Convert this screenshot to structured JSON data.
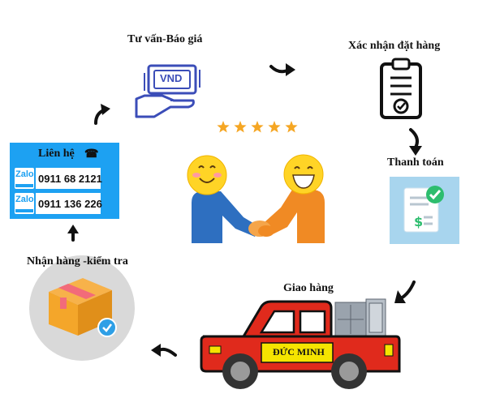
{
  "steps": {
    "quote": {
      "label": "Tư vấn-Báo giá",
      "badge": "VND"
    },
    "confirm": {
      "label": "Xác nhận đặt hàng"
    },
    "payment": {
      "label": "Thanh toán"
    },
    "delivery": {
      "label": "Giao hàng",
      "truck_text": "ĐỨC MINH"
    },
    "receive": {
      "label": "Nhận hàng -kiểm tra"
    },
    "contact": {
      "label": "Liên hệ",
      "zalo_tag": "Zalo",
      "phones": [
        "0911 68 2121",
        "0911 136 226"
      ]
    }
  },
  "rating": {
    "stars": 5,
    "max": 5
  },
  "colors": {
    "zalo_panel": "#1da1f2",
    "icon_blue": "#3b4db8",
    "star": "#f5a623",
    "truck_red": "#e02a1c",
    "truck_yellow": "#f5e400",
    "box": "#f4a62a",
    "circle_gray": "#d9d9d9",
    "payment_bg": "#a8d5ee",
    "check_green": "#2dbd6e",
    "handshake_blue": "#2e6fc0",
    "handshake_orange": "#f08a24"
  }
}
